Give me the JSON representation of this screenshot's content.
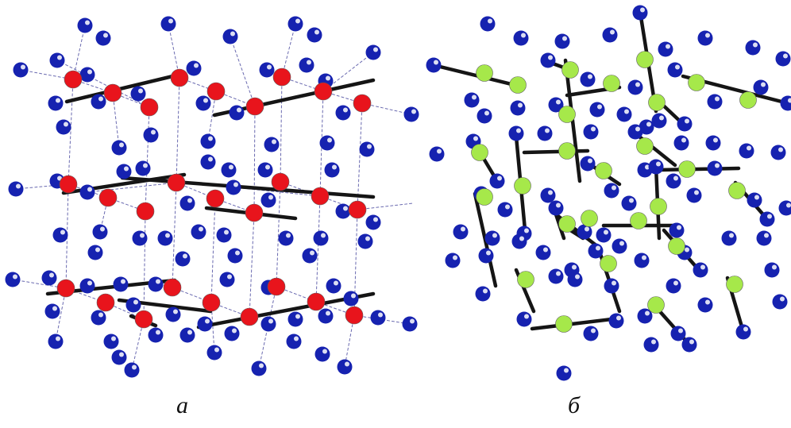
{
  "panels": [
    {
      "id": "a",
      "label": "а",
      "node_color": "#e8141c"
    },
    {
      "id": "b",
      "label": "б",
      "node_color": "#a6e84a"
    }
  ],
  "colors": {
    "background": "#ffffff",
    "blue_atom": "#1622b0",
    "blue_atom_highlight": "#2f3ad0",
    "bond": "#151515",
    "hbond": "#6a6ab0"
  }
}
